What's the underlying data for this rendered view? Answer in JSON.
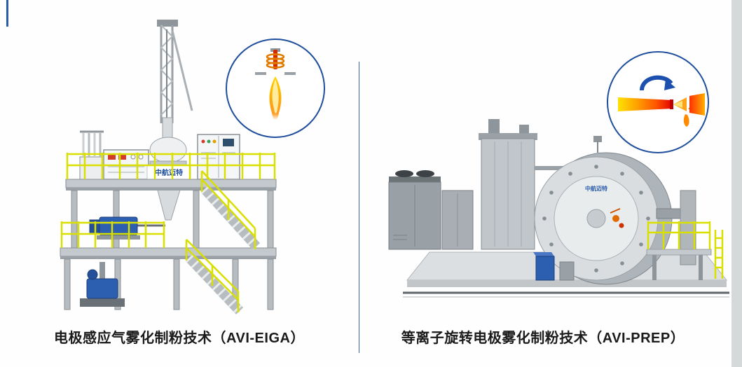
{
  "page": {
    "background": "#fefefe",
    "accent_color": "#2a5caa",
    "divider_color": "#3a64ab",
    "side_band_color": "#d6d9da"
  },
  "brand": {
    "logo": "中航迈特"
  },
  "panels": {
    "eiga": {
      "caption": "电极感应气雾化制粉技术（AVI-EIGA）",
      "inset_icon": "induction-coil-flame-icon"
    },
    "prep": {
      "caption": "等离子旋转电极雾化制粉技术（AVI-PREP）",
      "inset_icon": "rotating-electrode-plasma-icon"
    }
  },
  "colors": {
    "railing_yellow": "#d9e000",
    "machine_gray": "#c3c9cd",
    "pump_blue": "#2d5fb0",
    "flame_yellow": "#ffd400",
    "flame_orange": "#ff8a00",
    "arrow_blue": "#1c4fae"
  }
}
